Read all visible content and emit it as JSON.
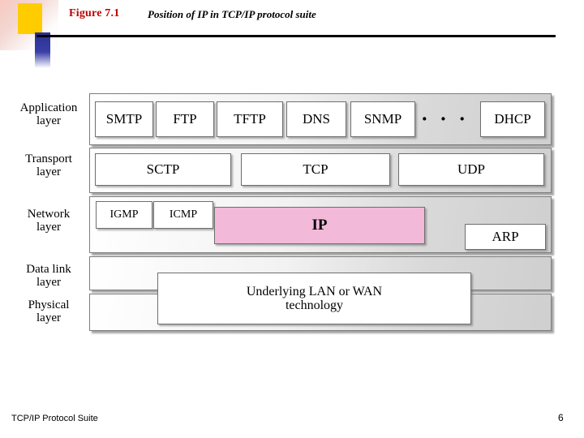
{
  "slide": {
    "figure_label": "Figure 7.1",
    "figure_caption": "Position of IP in TCP/IP protocol suite",
    "footer": "TCP/IP Protocol Suite",
    "page_number": "6"
  },
  "colors": {
    "title_red": "#c00000",
    "ip_highlight": "#f2b9d8",
    "band_grey": "#d9d9d9",
    "accent_yellow": "#ffcc00",
    "accent_blue": "#2b2f8f"
  },
  "diagram": {
    "type": "layered-stack",
    "layers": [
      {
        "label": "Application\nlayer",
        "boxes": [
          {
            "text": "SMTP"
          },
          {
            "text": "FTP"
          },
          {
            "text": "TFTP"
          },
          {
            "text": "DNS"
          },
          {
            "text": "SNMP"
          },
          {
            "text": "DHCP"
          }
        ],
        "ellipsis": "· · ·"
      },
      {
        "label": "Transport\nlayer",
        "boxes": [
          {
            "text": "SCTP"
          },
          {
            "text": "TCP"
          },
          {
            "text": "UDP"
          }
        ]
      },
      {
        "label": "Network\nlayer",
        "boxes": [
          {
            "text": "IGMP"
          },
          {
            "text": "ICMP"
          },
          {
            "text": "IP",
            "highlight": true
          },
          {
            "text": "ARP"
          }
        ]
      },
      {
        "label": "Data link\nlayer",
        "boxes": []
      },
      {
        "label": "Physical\nlayer",
        "boxes": []
      }
    ],
    "spanning_box": {
      "text": "Underlying LAN or WAN\ntechnology"
    }
  }
}
